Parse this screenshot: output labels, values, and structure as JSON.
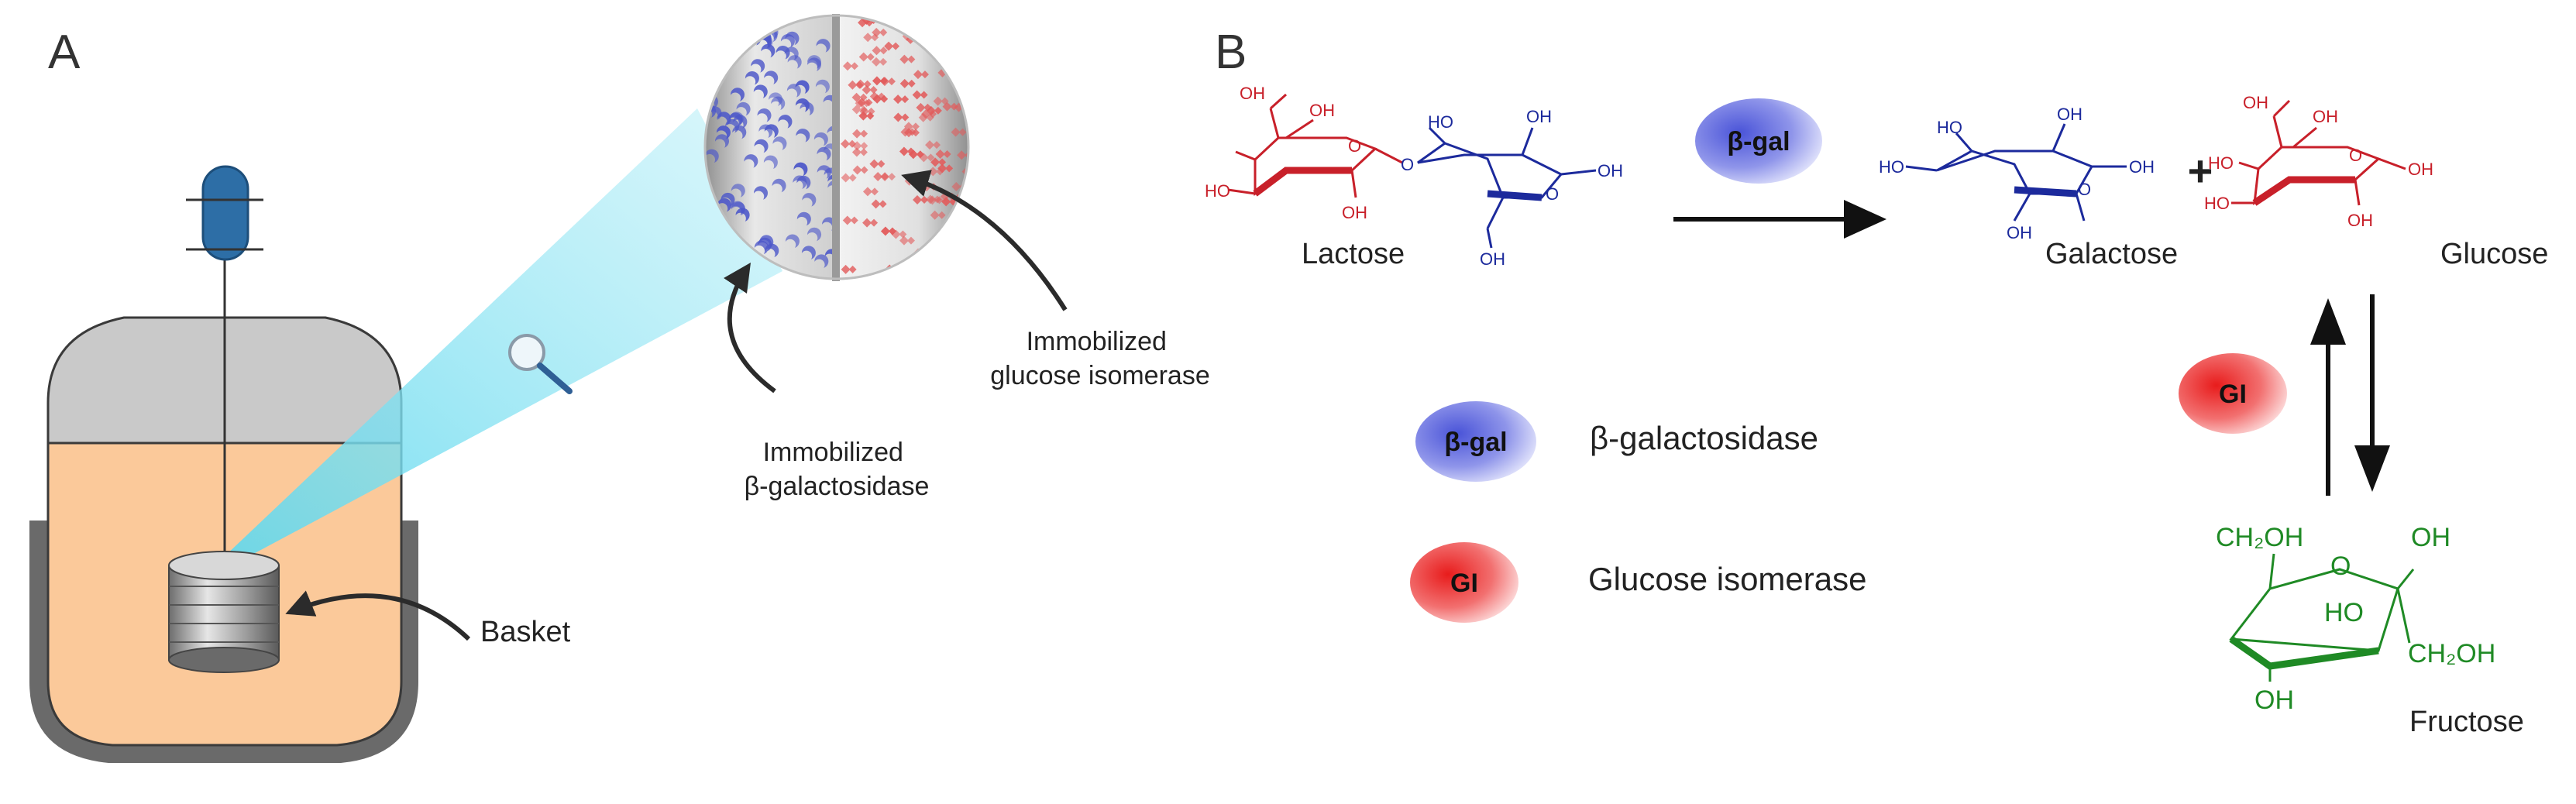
{
  "panel_a": {
    "label": "A",
    "basket_label": "Basket",
    "beta_gal_callout": [
      "Immobilized",
      "β-galactosidase"
    ],
    "gi_callout": [
      "Immobilized",
      "glucose isomerase"
    ]
  },
  "panel_b": {
    "label": "B",
    "lactose": "Lactose",
    "galactose": "Galactose",
    "glucose": "Glucose",
    "fructose": "Fructose",
    "plus": "+",
    "enzyme_badge_bgal": "β-gal",
    "enzyme_badge_gi": "GI",
    "legend": [
      {
        "badge": "β-gal",
        "text": "β-galactosidase"
      },
      {
        "badge": "GI",
        "text": "Glucose isomerase"
      }
    ],
    "fructose_groups": {
      "top_left": "CH₂OH",
      "top_right": "OH",
      "ring_o": "O",
      "mid": "HO",
      "right": "CH₂OH",
      "bottom": "OH"
    },
    "oh": "OH",
    "ho": "HO"
  },
  "colors": {
    "lactose_gal_ring": "#c8202a",
    "glc_ring": "#1c2a9c",
    "fructose": "#1f8a25",
    "bgal_badge": "#6670e0",
    "gi_badge": "#e22a2a",
    "reactor_liquid": "#fbc99a",
    "reactor_gas": "#c9c9c9"
  }
}
